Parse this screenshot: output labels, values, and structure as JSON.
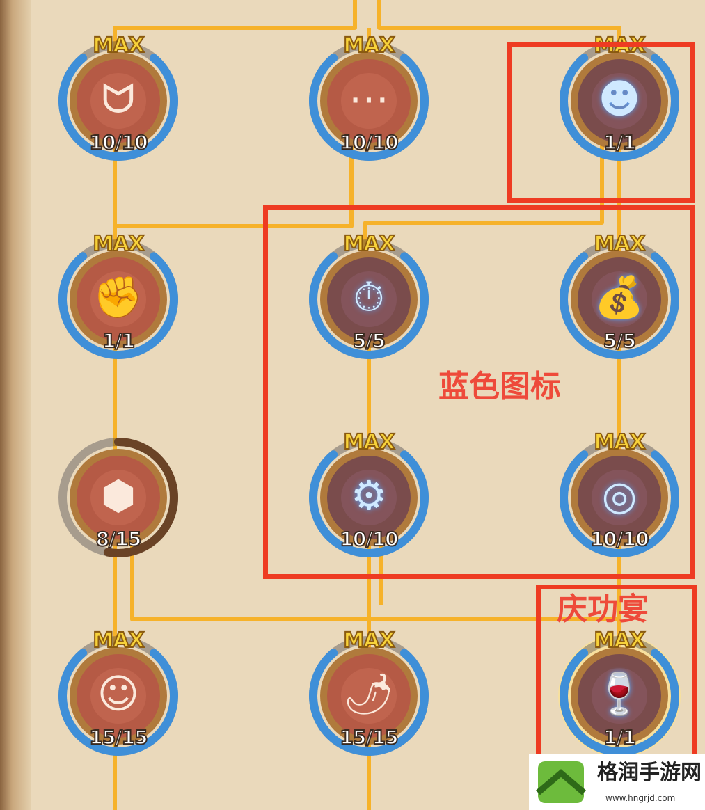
{
  "nodes": [
    {
      "id": "fangs",
      "icon": "fangs-icon",
      "glyph": "ᗢ",
      "level": "10/10",
      "max": "MAX",
      "progress": 1,
      "blue": false,
      "col": 0,
      "row": 0
    },
    {
      "id": "chat",
      "icon": "chat-bubble-icon",
      "glyph": "⋯",
      "level": "10/10",
      "max": "MAX",
      "progress": 1,
      "blue": false,
      "col": 1,
      "row": 0
    },
    {
      "id": "mushroom-sunglasses",
      "icon": "mushroom-sunglasses-icon",
      "glyph": "☻",
      "level": "1/1",
      "max": "MAX",
      "progress": 1,
      "blue": true,
      "col": 2,
      "row": 0
    },
    {
      "id": "handshake",
      "icon": "handshake-icon",
      "glyph": "✊",
      "level": "1/1",
      "max": "MAX",
      "progress": 1,
      "blue": false,
      "col": 0,
      "row": 1
    },
    {
      "id": "stopwatch",
      "icon": "stopwatch-icon",
      "glyph": "⏱",
      "level": "5/5",
      "max": "MAX",
      "progress": 1,
      "blue": true,
      "col": 1,
      "row": 1
    },
    {
      "id": "money-bag",
      "icon": "money-bag-icon",
      "glyph": "💰",
      "level": "5/5",
      "max": "MAX",
      "progress": 1,
      "blue": true,
      "col": 2,
      "row": 1
    },
    {
      "id": "honeycomb",
      "icon": "honeycomb-icon",
      "glyph": "⬢",
      "level": "8/15",
      "max": "",
      "progress": 0.53,
      "blue": false,
      "col": 0,
      "row": 2
    },
    {
      "id": "chip",
      "icon": "chip-icon",
      "glyph": "⚙",
      "level": "10/10",
      "max": "MAX",
      "progress": 1,
      "blue": true,
      "col": 1,
      "row": 2
    },
    {
      "id": "radar",
      "icon": "radar-icon",
      "glyph": "◎",
      "level": "10/10",
      "max": "MAX",
      "progress": 1,
      "blue": true,
      "col": 2,
      "row": 2
    },
    {
      "id": "chef",
      "icon": "chef-icon",
      "glyph": "☺",
      "level": "15/15",
      "max": "MAX",
      "progress": 1,
      "blue": false,
      "col": 0,
      "row": 3
    },
    {
      "id": "spray",
      "icon": "spray-can-icon",
      "glyph": "🌶",
      "level": "15/15",
      "max": "MAX",
      "progress": 1,
      "blue": false,
      "col": 1,
      "row": 3
    },
    {
      "id": "feast",
      "icon": "feast-icon",
      "glyph": "🍷",
      "level": "1/1",
      "max": "MAX",
      "progress": 1,
      "blue": true,
      "col": 2,
      "row": 3
    }
  ],
  "annotations": {
    "blue_icons": "蓝色图标",
    "feast": "庆功宴"
  },
  "watermark": {
    "name": "格润手游网",
    "url": "www.hngrjd.com"
  },
  "colors": {
    "ring": "#3f8fd8",
    "line": "#f6b22a",
    "box": "#ee3b22"
  }
}
